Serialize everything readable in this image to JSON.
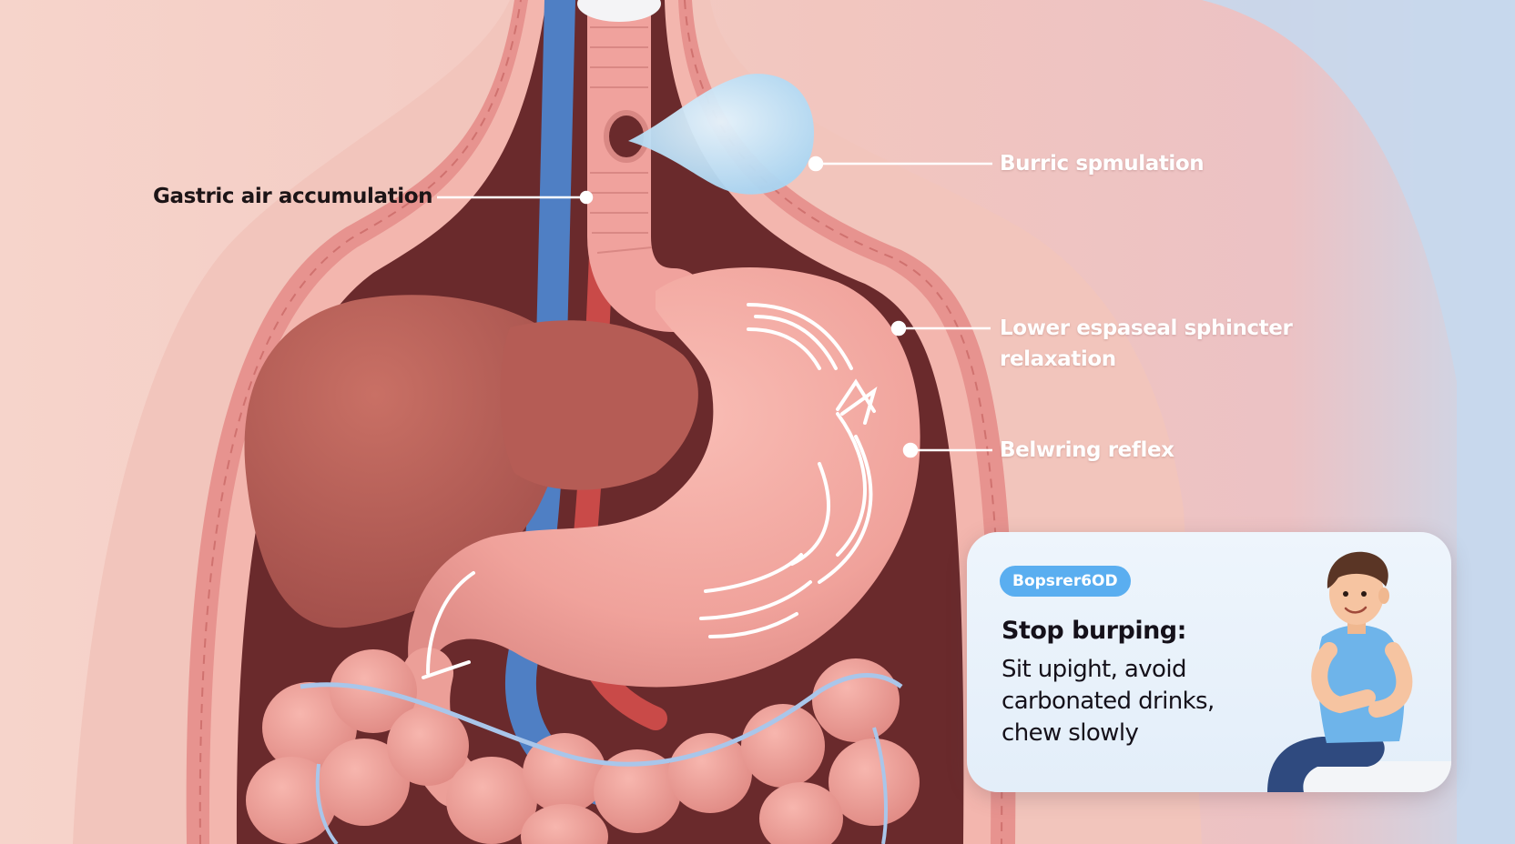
{
  "labels": {
    "gastric_air": "Gastric air accumulation",
    "burric": "Burric spmulation",
    "lower_sphincter_line1": "Lower espaseal sphincter",
    "lower_sphincter_line2": "relaxation",
    "belwring": "Belwring reflex"
  },
  "tip_card": {
    "badge": "Bopsrer6OD",
    "heading": "Stop burping:",
    "lines": [
      "Sit upight, avoid",
      "carbonated drinks,",
      "chew slowly"
    ]
  },
  "colors": {
    "skin": "#f5cfc7",
    "body_cavity": "#6a2a2c",
    "stomach": "#f2a9a3",
    "liver": "#b65f58",
    "esophagus": "#f0a29d",
    "vein": "#4f7fc4",
    "artery": "#c94a48",
    "air_bubble": "#bfe1f7",
    "card_bg": "#e8f1fb",
    "badge": "#5aaef0"
  }
}
